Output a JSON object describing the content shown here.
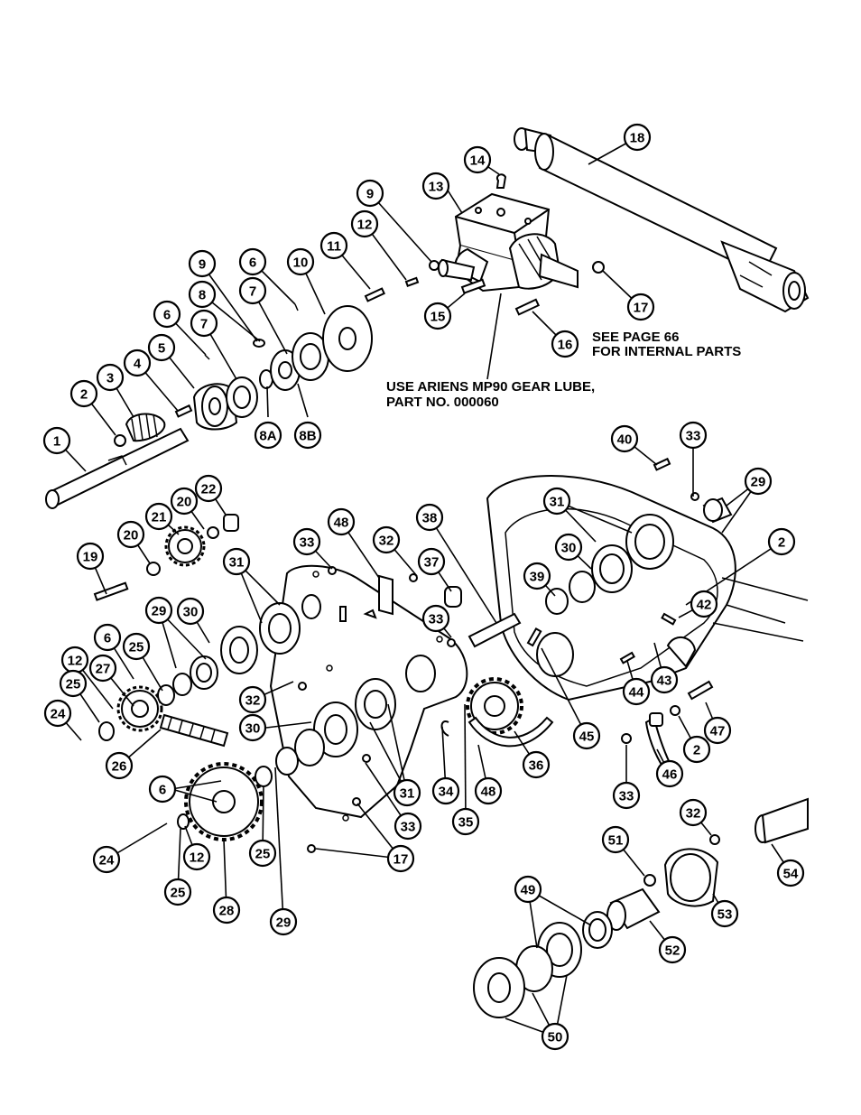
{
  "notes": {
    "see_page_line1": "SEE PAGE 66",
    "see_page_line2": "FOR INTERNAL PARTS",
    "lube_line1": "USE ARIENS MP90 GEAR LUBE,",
    "lube_line2": "PART NO. 000060"
  },
  "callouts": [
    "1",
    "2",
    "3",
    "4",
    "5",
    "6",
    "6",
    "7",
    "7",
    "8",
    "8A",
    "8B",
    "9",
    "9",
    "10",
    "11",
    "12",
    "13",
    "14",
    "15",
    "16",
    "17",
    "18",
    "40",
    "33",
    "29",
    "31",
    "30",
    "2",
    "42",
    "39",
    "38",
    "37",
    "33",
    "32",
    "48",
    "33",
    "22",
    "20",
    "21",
    "20",
    "19",
    "31",
    "29",
    "30",
    "6",
    "25",
    "27",
    "12",
    "25",
    "24",
    "26",
    "32",
    "30",
    "31",
    "33",
    "17",
    "28",
    "6",
    "24",
    "12",
    "25",
    "25",
    "29",
    "34",
    "35",
    "48",
    "36",
    "45",
    "44",
    "43",
    "46",
    "33",
    "2",
    "47",
    "32",
    "54",
    "51",
    "53",
    "49",
    "52",
    "50"
  ],
  "icons": [
    "gearbox-drawing",
    "driveshaft-drawing",
    "chain-case-drawing",
    "sprocket-drawing",
    "chain-drawing",
    "bearing-drawing"
  ]
}
